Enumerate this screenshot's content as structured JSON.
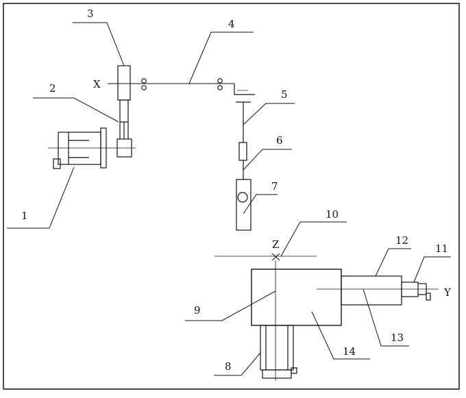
{
  "diagram": {
    "axis_labels": {
      "x": "X",
      "y": "Y",
      "z": "Z"
    },
    "part_numbers": [
      "1",
      "2",
      "3",
      "4",
      "5",
      "6",
      "7",
      "8",
      "9",
      "10",
      "11",
      "12",
      "13",
      "14"
    ]
  }
}
